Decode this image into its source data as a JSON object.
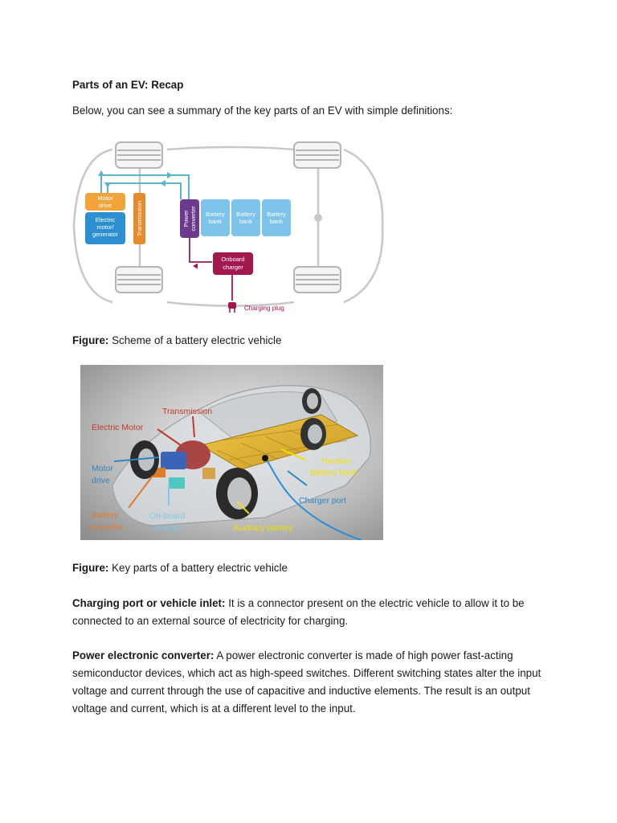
{
  "heading": "Parts of an EV: Recap",
  "intro": "Below, you can see a summary of the key parts of an EV with simple definitions:",
  "figure1": {
    "labels": {
      "motor_drive": [
        "Motor",
        "drive"
      ],
      "motor_generator": [
        "Electric",
        "motor/",
        "generator"
      ],
      "transmission": "Transmission",
      "power_converter": [
        "Power",
        "converter"
      ],
      "battery_bank": [
        "Battery",
        "bank"
      ],
      "onboard_charger": [
        "Onboard",
        "charger"
      ],
      "charging_plug": "Charging plug"
    },
    "colors": {
      "motor_drive": "#f2a33a",
      "motor_generator": "#2c8fcf",
      "transmission": "#e48a2f",
      "power_converter": "#6b3a8c",
      "battery": "#7ec3ea",
      "charger": "#a3174f",
      "pipe": "#5ab3cf"
    },
    "caption_label": "Figure:",
    "caption": " Scheme of a battery electric vehicle"
  },
  "figure2": {
    "labels": {
      "transmission": "Transmission",
      "electric_motor": "Electric Motor",
      "motor_drive": [
        "Motor",
        "drive"
      ],
      "traction_battery": [
        "Traction",
        "Battery bank"
      ],
      "charger_port": "Charger port",
      "battery_converter": [
        "Battery",
        "converter"
      ],
      "onboard_charger": [
        "On-board",
        "charger"
      ],
      "auxiliary_battery": "Auxiliary battery"
    },
    "caption_label": "Figure:",
    "caption": " Key parts of a battery electric vehicle"
  },
  "paragraphs": [
    {
      "term": "Charging port or vehicle inlet:",
      "text": " It is a connector present on the electric vehicle to allow it to be connected to an external source of electricity for charging."
    },
    {
      "term": "Power electronic converter:",
      "text": " A power electronic converter is made of high power fast-acting semiconductor devices, which act as high-speed switches. Different switching states alter the input voltage and current through the use of capacitive and inductive elements. The result is an output voltage and current, which is at a different level to the input."
    }
  ]
}
